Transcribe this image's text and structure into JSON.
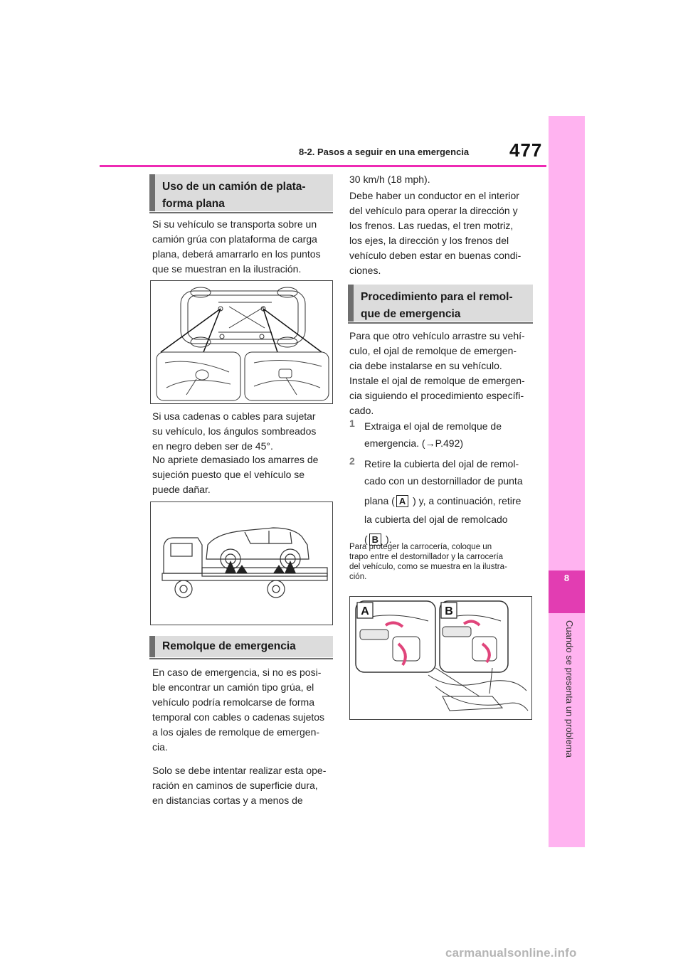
{
  "header": {
    "section_title": "8-2. Pasos a seguir en una emergencia",
    "page_number": "477"
  },
  "side_tab": {
    "chapter_number": "8",
    "chapter_title": "Cuando se presenta un problema"
  },
  "left_column": {
    "heading_flatbed": [
      "Uso de un camión de plata-",
      "forma plana"
    ],
    "flatbed_paragraph": [
      "Si su vehículo se transporta sobre un",
      "camión grúa con plataforma de carga",
      "plana, deberá amarrarlo en los puntos",
      "que se muestran en la ilustración."
    ],
    "chains_paragraph": [
      "Si usa cadenas o cables para sujetar",
      "su vehículo, los ángulos sombreados",
      "en negro deben ser de 45°."
    ],
    "tighten_paragraph": [
      "No apriete demasiado los amarres de",
      "sujeción puesto que el vehículo se",
      "puede dañar."
    ],
    "heading_emergency": "Remolque de emergencia",
    "emergency_paragraph": [
      "En caso de emergencia, si no es posi-",
      "ble encontrar un camión tipo grúa, el",
      "vehículo podría remolcarse de forma",
      "temporal con cables o cadenas sujetos",
      "a los ojales de remolque de emergen-",
      "cia."
    ],
    "attempt_paragraph": [
      "Solo se debe intentar realizar esta ope-",
      "ración en caminos de superficie dura,",
      "en distancias cortas y a menos de"
    ]
  },
  "right_column": {
    "speed_paragraph": "30 km/h (18 mph).",
    "driver_paragraph": [
      "Debe haber un conductor en el interior",
      "del vehículo para operar la dirección y",
      "los frenos. Las ruedas, el tren motriz,",
      "los ejes, la dirección y los frenos del",
      "vehículo deben estar en buenas condi-",
      "ciones."
    ],
    "heading_procedure": [
      "Procedimiento para el remol-",
      "que de emergencia"
    ],
    "procedure_paragraph": [
      "Para que otro vehículo arrastre su vehí-",
      "culo, el ojal de remolque de emergen-",
      "cia debe instalarse en su vehículo.",
      "Instale el ojal de remolque de emergen-",
      "cia siguiendo el procedimiento específi-",
      "cado."
    ],
    "step1": {
      "number": "1",
      "lines": [
        "Extraiga el ojal de remolque de",
        "emergencia. (→P.492)"
      ]
    },
    "step2": {
      "number": "2",
      "line1": "Retire la cubierta del ojal de remol-",
      "line2": "cado con un destornillador de punta",
      "line3_pre": "plana (",
      "label_a": "A",
      "line3_post": " ) y, a continuación, retire",
      "line4": "la cubierta del ojal de remolcado",
      "line5_pre": "(",
      "label_b": "B",
      "line5_post": " )."
    },
    "note": [
      "Para proteger la carrocería, coloque un",
      "trapo entre el destornillador y la carrocería",
      "del vehículo, como se muestra en la ilustra-",
      "ción."
    ],
    "figure_labels": {
      "a": "A",
      "b": "B"
    }
  },
  "watermark": "carmanualsonline.info"
}
